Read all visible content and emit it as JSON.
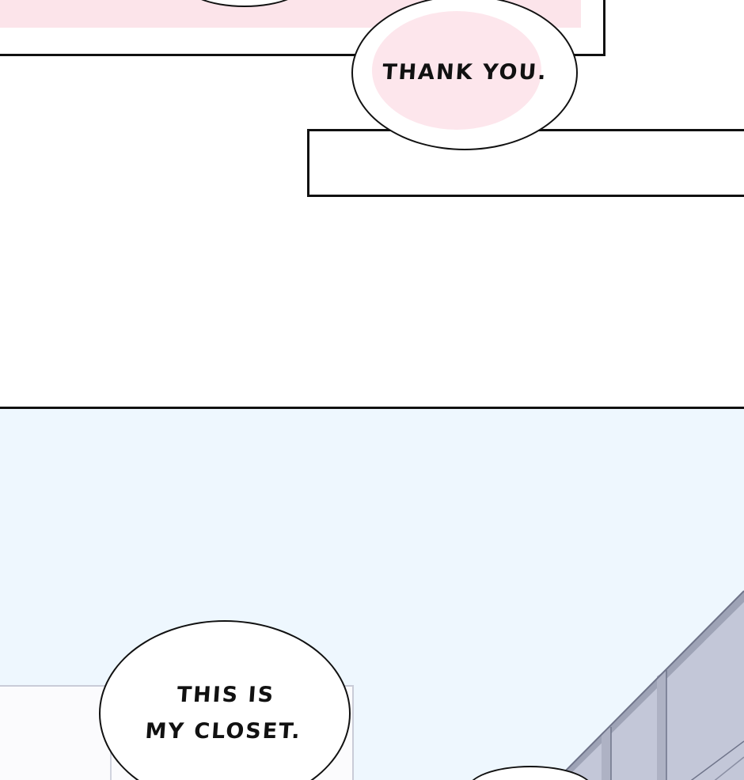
{
  "bubbles": {
    "thank_you": "THANK YOU.",
    "closet_line1": "THIS IS",
    "closet_line2": "MY CLOSET."
  },
  "colors": {
    "ink": "#111111",
    "blush": "#fce4ea",
    "sky": "#eef7fe",
    "wall": "#c3c7d8"
  }
}
